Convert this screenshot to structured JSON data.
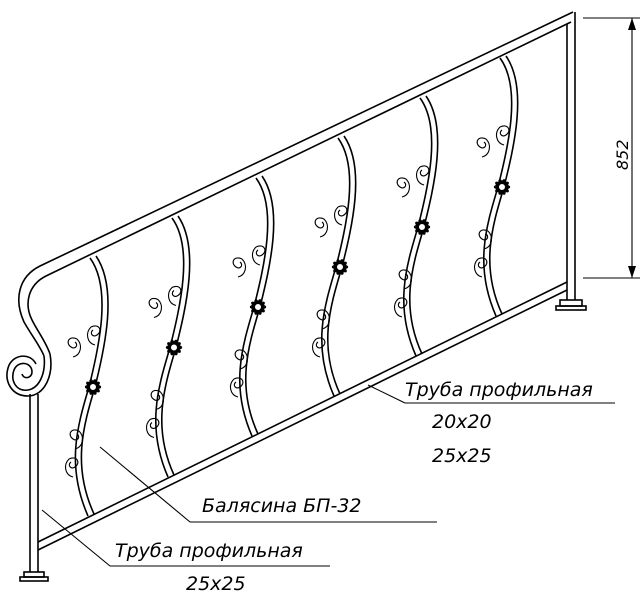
{
  "dimension": {
    "height_label": "852"
  },
  "labels": {
    "top_rail": {
      "line1": "Труба профильная",
      "line2": "20х20",
      "line3": "25х25"
    },
    "baluster": {
      "text": "Балясина БП-32"
    },
    "bottom_rail": {
      "line1": "Труба профильная",
      "line2": "25х25"
    }
  },
  "colors": {
    "ink": "#000000",
    "background": "#ffffff"
  }
}
